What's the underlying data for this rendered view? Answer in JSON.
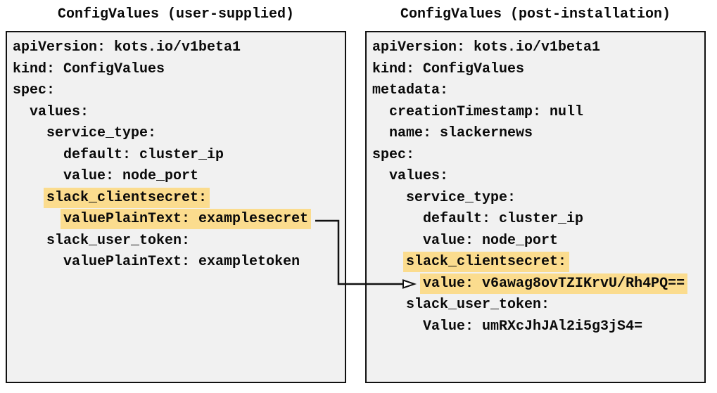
{
  "left_panel": {
    "title": "ConfigValues (user-supplied)",
    "lines": [
      {
        "indent": 0,
        "text": "apiVersion: kots.io/v1beta1",
        "highlight": false
      },
      {
        "indent": 0,
        "text": "kind: ConfigValues",
        "highlight": false
      },
      {
        "indent": 0,
        "text": "spec:",
        "highlight": false
      },
      {
        "indent": 2,
        "text": "values:",
        "highlight": false
      },
      {
        "indent": 4,
        "text": "service_type:",
        "highlight": false
      },
      {
        "indent": 6,
        "text": "default: cluster_ip",
        "highlight": false
      },
      {
        "indent": 6,
        "text": "value: node_port",
        "highlight": false
      },
      {
        "indent": 4,
        "text": "slack_clientsecret:",
        "highlight": true
      },
      {
        "indent": 6,
        "text": "valuePlainText: examplesecret",
        "highlight": true
      },
      {
        "indent": 4,
        "text": "slack_user_token:",
        "highlight": false
      },
      {
        "indent": 6,
        "text": "valuePlainText: exampletoken",
        "highlight": false
      }
    ]
  },
  "right_panel": {
    "title": "ConfigValues (post-installation)",
    "lines": [
      {
        "indent": 0,
        "text": "apiVersion: kots.io/v1beta1",
        "highlight": false
      },
      {
        "indent": 0,
        "text": "kind: ConfigValues",
        "highlight": false
      },
      {
        "indent": 0,
        "text": "metadata:",
        "highlight": false
      },
      {
        "indent": 2,
        "text": "creationTimestamp: null",
        "highlight": false
      },
      {
        "indent": 2,
        "text": "name: slackernews",
        "highlight": false
      },
      {
        "indent": 0,
        "text": "spec:",
        "highlight": false
      },
      {
        "indent": 2,
        "text": "values:",
        "highlight": false
      },
      {
        "indent": 4,
        "text": "service_type:",
        "highlight": false
      },
      {
        "indent": 6,
        "text": "default: cluster_ip",
        "highlight": false
      },
      {
        "indent": 6,
        "text": "value: node_port",
        "highlight": false
      },
      {
        "indent": 4,
        "text": "slack_clientsecret:",
        "highlight": true
      },
      {
        "indent": 6,
        "text": "value: v6awag8ovTZIKrvU/Rh4PQ==",
        "highlight": true
      },
      {
        "indent": 4,
        "text": "slack_user_token:",
        "highlight": false
      },
      {
        "indent": 6,
        "text": "Value: umRXcJhJAl2i5g3jS4=",
        "highlight": false
      }
    ]
  },
  "arrow": {
    "from": "valuePlainText: examplesecret",
    "to": "value: v6awag8ovTZIKrvU/Rh4PQ=="
  },
  "colors": {
    "highlight": "#FBDC8E",
    "panel_bg": "#F1F1F1",
    "border": "#111111",
    "arrow": "#111111",
    "text": "#0A0A0A"
  }
}
